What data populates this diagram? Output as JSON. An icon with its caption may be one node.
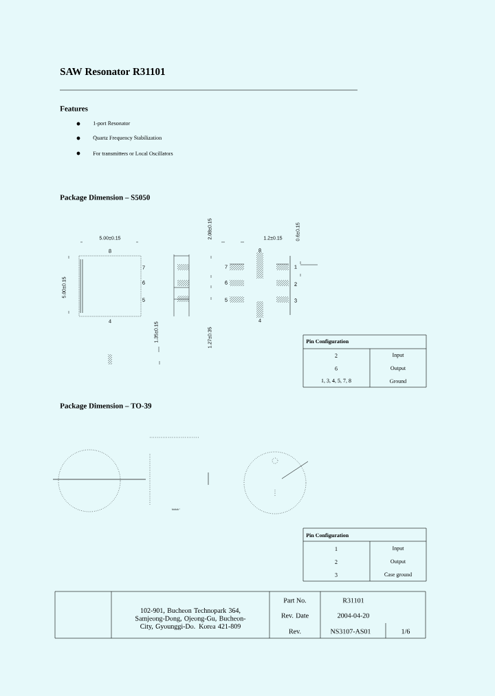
{
  "diagram": {
    "title": "SAW Resonator R31101",
    "labels": [
      "Features",
      "1-port Resonator",
      "Quartz Frequency Stabilization",
      "For transmitters or Local Oscillators",
      "Package Dimension – S5050",
      "5.00±0.15",
      "5.00±0.15",
      "8",
      "7",
      "6",
      "5",
      "4",
      "1.35±0.15",
      "2.08±0.15",
      "1.27±0.35",
      "1.2±0.15",
      "0.6±0.15",
      "7",
      "6",
      "5",
      "8",
      "4",
      "1",
      "2",
      "3",
      "Pin Configuration",
      "2",
      "Input",
      "6",
      "Output",
      "1, 3, 4, 5, 7, 8",
      "Ground",
      "Package Dimension – TO-39",
      "Pin Configuration",
      "1",
      "Input",
      "2",
      "Output",
      "3",
      "Case ground",
      "102-901, Bucheon Technopark 364, Samjeong-Dong, Ojeong-Gu, Bucheon-City, Gyounggi-Do. Korea 421-809",
      "Part No.",
      "R31101",
      "Rev. Date",
      "2004-04-20",
      "Rev.",
      "NS3107-AS01",
      "1/6"
    ]
  }
}
